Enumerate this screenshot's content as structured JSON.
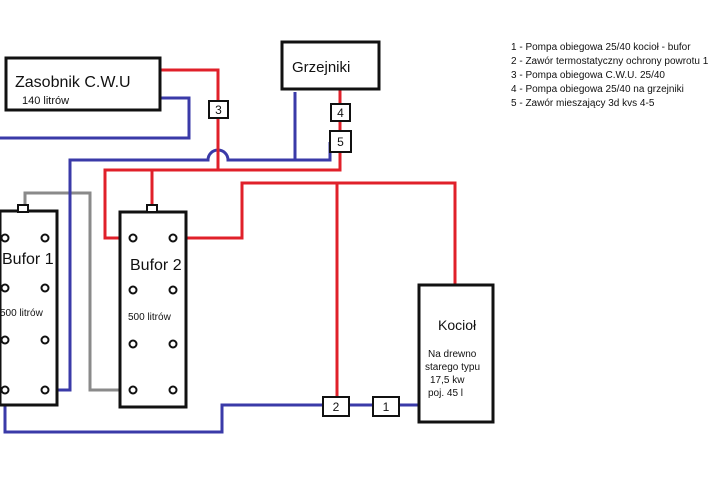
{
  "colors": {
    "hot": "#e0202a",
    "cold": "#3a3aa8",
    "neutral": "#8a8a8a",
    "line": "#111111"
  },
  "tanks": {
    "cwu": {
      "title": "Zasobnik C.W.U",
      "capacity": "140 litrów"
    },
    "buffer1": {
      "title": "Bufor 1",
      "capacity": "500 litrów"
    },
    "buffer2": {
      "title": "Bufor 2",
      "capacity": "500 litrów"
    }
  },
  "radiators": {
    "title": "Grzejniki"
  },
  "boiler": {
    "title": "Kocioł",
    "desc": [
      "Na drewno",
      "starego typu",
      "17,5 kw",
      "poj. 45 l"
    ]
  },
  "devices": {
    "d1": "1",
    "d2": "2",
    "d3": "3",
    "d4": "4",
    "d5": "5"
  },
  "legend": [
    "1 - Pompa obiegowa 25/40 kocioł - bufor",
    "2 - Zawór termostatyczny ochrony powrotu 1",
    "3 - Pompa obiegowa C.W.U. 25/40",
    "4 - Pompa obiegowa 25/40 na grzejniki",
    "5 - Zawór mieszający 3d kvs 4-5"
  ]
}
